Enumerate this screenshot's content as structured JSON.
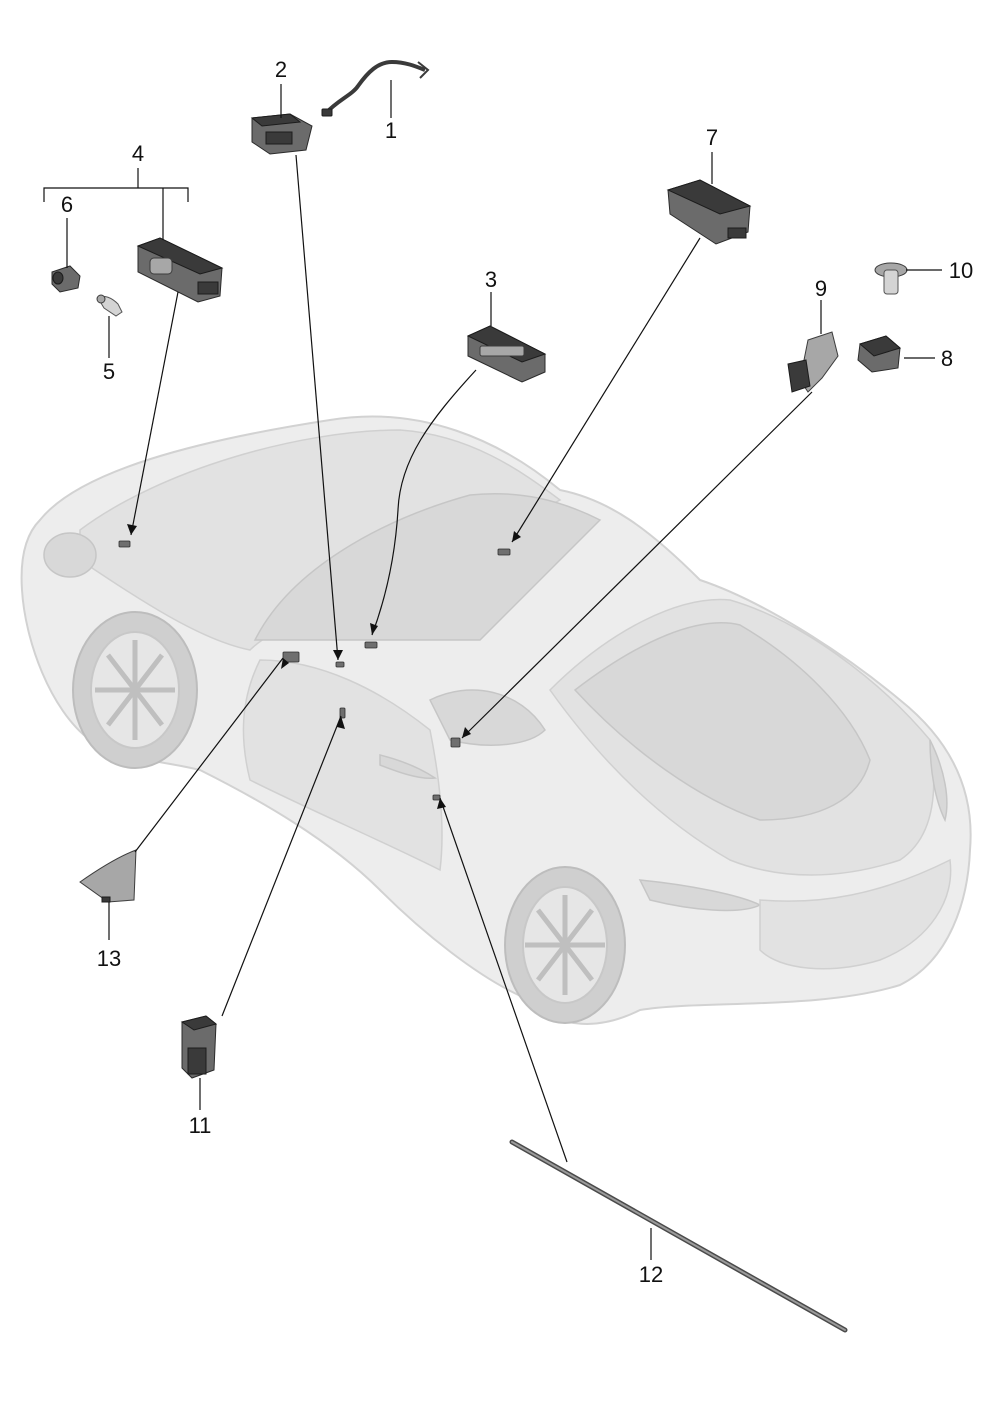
{
  "diagram": {
    "callouts": [
      {
        "id": "1",
        "text": "1"
      },
      {
        "id": "2",
        "text": "2"
      },
      {
        "id": "3",
        "text": "3"
      },
      {
        "id": "4",
        "text": "4"
      },
      {
        "id": "5",
        "text": "5"
      },
      {
        "id": "6",
        "text": "6"
      },
      {
        "id": "7",
        "text": "7"
      },
      {
        "id": "8",
        "text": "8"
      },
      {
        "id": "9",
        "text": "9"
      },
      {
        "id": "10",
        "text": "10"
      },
      {
        "id": "11",
        "text": "11"
      },
      {
        "id": "12",
        "text": "12"
      },
      {
        "id": "13",
        "text": "13"
      }
    ],
    "colors": {
      "line": "#111111",
      "car_body": "#ededed",
      "part_dark": "#3a3a3a",
      "part_mid": "#6b6b6b"
    }
  }
}
